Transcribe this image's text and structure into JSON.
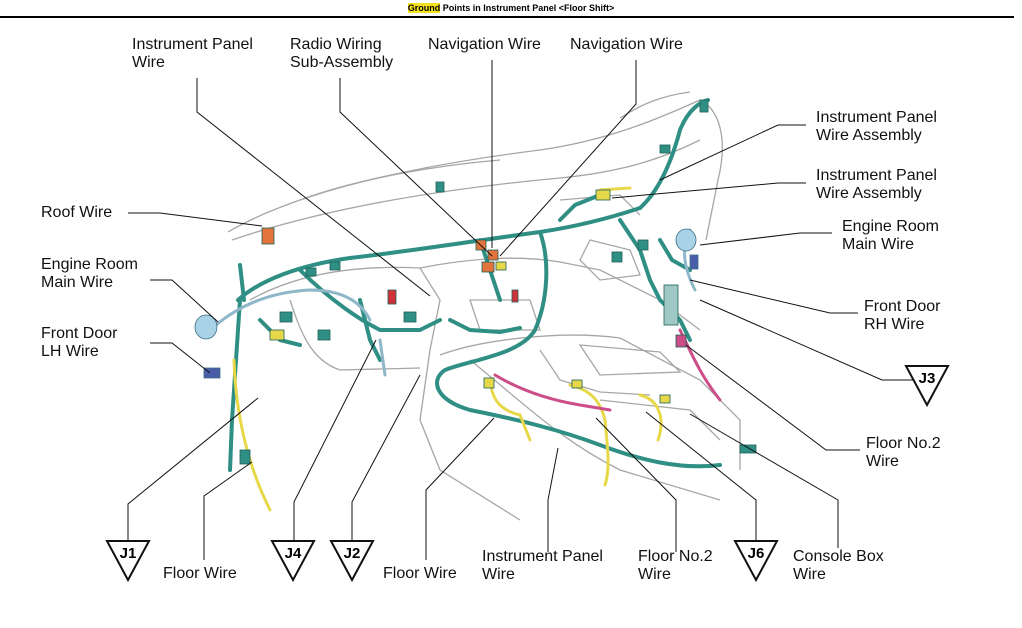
{
  "header": {
    "title_highlight": "Ground",
    "title_rest": " Points in Instrument Panel <Floor Shift>"
  },
  "colors": {
    "wire_main": "#2f8f84",
    "wire_light": "#8fb7c9",
    "wire_yellow": "#e7d84a",
    "wire_pink": "#cc4d87",
    "connector_orange": "#e2733a",
    "connector_red": "#d0323a",
    "highlight": "#f6e21a",
    "outline": "#9c9c9c"
  },
  "labels": {
    "instrument_panel_wire_top": "Instrument Panel\nWire",
    "radio_wiring": "Radio Wiring\nSub-Assembly",
    "navigation_wire_1": "Navigation Wire",
    "navigation_wire_2": "Navigation Wire",
    "ip_wire_assembly_1": "Instrument Panel\nWire Assembly",
    "ip_wire_assembly_2": "Instrument Panel\nWire Assembly",
    "engine_room_main_right": "Engine Room\nMain Wire",
    "front_door_rh": "Front Door\nRH Wire",
    "floor_no2_right": "Floor No.2\nWire",
    "roof_wire": "Roof Wire",
    "engine_room_main_left": "Engine Room\nMain Wire",
    "front_door_lh": "Front Door\nLH Wire",
    "floor_wire_left": "Floor Wire",
    "floor_wire_mid": "Floor Wire",
    "instrument_panel_wire_bottom": "Instrument Panel\nWire",
    "floor_no2_bottom": "Floor No.2\nWire",
    "console_box_wire": "Console Box\nWire"
  },
  "ground_points": {
    "j1": "J1",
    "j4": "J4",
    "j2": "J2",
    "j6": "J6",
    "j3": "J3"
  }
}
